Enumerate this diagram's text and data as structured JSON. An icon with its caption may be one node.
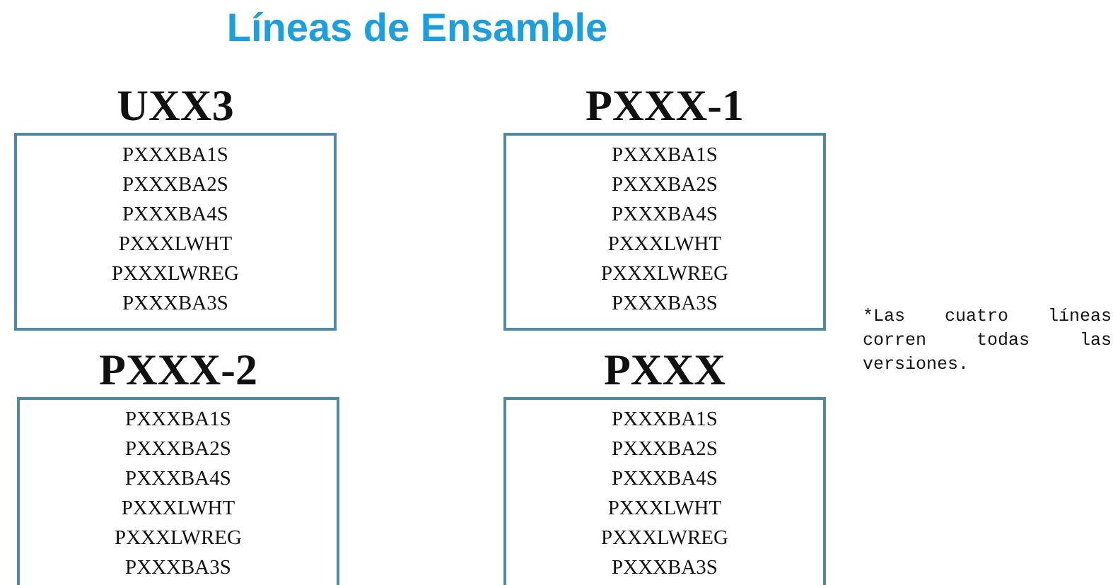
{
  "diagram": {
    "title": "Líneas de Ensamble",
    "nodes": [
      {
        "text": [
          "UXX3",
          "PXXXBA1S",
          "PXXXBA2S",
          "PXXXBA4S",
          "PXXXLWHT",
          "PXXXLWREG",
          "PXXXBA3S"
        ]
      },
      {
        "text": [
          "PXXX-1",
          "PXXXBA1S",
          "PXXXBA2S",
          "PXXXBA4S",
          "PXXXLWHT",
          "PXXXLWREG",
          "PXXXBA3S"
        ]
      },
      {
        "text": [
          "PXXX-2",
          "PXXXBA1S",
          "PXXXBA2S",
          "PXXXBA4S",
          "PXXXLWHT",
          "PXXXLWREG",
          "PXXXBA3S"
        ]
      },
      {
        "text": [
          "PXXX",
          "PXXXBA1S",
          "PXXXBA2S",
          "PXXXBA4S",
          "PXXXLWHT",
          "PXXXLWREG",
          "PXXXBA3S"
        ]
      }
    ],
    "edges": [],
    "labels": [
      "*Las cuatro líneas corren todas las versiones."
    ]
  }
}
